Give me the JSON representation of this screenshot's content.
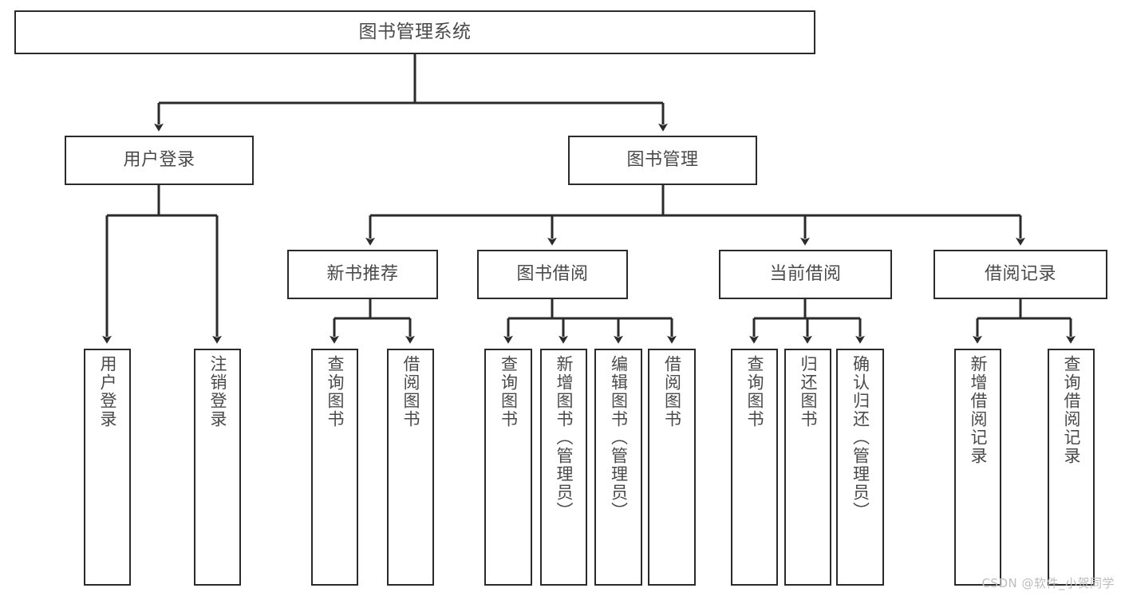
{
  "diagram": {
    "title": "图书管理系统",
    "type": "tree-hierarchy-diagram",
    "stroke_color": "#2b2b2b",
    "text_color": "#4a4a4a",
    "background_color": "#ffffff",
    "watermark": "CSDN @软件_小贺同学"
  },
  "nodes": {
    "root": {
      "label": "图书管理系统"
    },
    "level2": [
      {
        "label": "用户登录"
      },
      {
        "label": "图书管理"
      }
    ],
    "level3": [
      {
        "label": "新书推荐"
      },
      {
        "label": "图书借阅"
      },
      {
        "label": "当前借阅"
      },
      {
        "label": "借阅记录"
      }
    ],
    "leaves": {
      "user_login": [
        {
          "label": "用户登录"
        },
        {
          "label": "注销登录"
        }
      ],
      "new_book_recommend": [
        {
          "label": "查询图书"
        },
        {
          "label": "借阅图书"
        }
      ],
      "book_borrow": [
        {
          "label": "查询图书"
        },
        {
          "label": "新增图书（管理员）"
        },
        {
          "label": "编辑图书（管理员）"
        },
        {
          "label": "借阅图书"
        }
      ],
      "current_borrow": [
        {
          "label": "查询图书"
        },
        {
          "label": "归还图书"
        },
        {
          "label": "确认归还（管理员）"
        }
      ],
      "borrow_record": [
        {
          "label": "新增借阅记录"
        },
        {
          "label": "查询借阅记录"
        }
      ]
    }
  }
}
